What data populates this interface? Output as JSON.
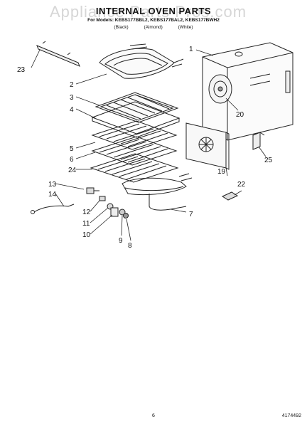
{
  "header": {
    "watermark": "Appliance Parts Pros.com",
    "title": "INTERNAL OVEN PARTS",
    "models": "For Models: KEBS177BBL2, KEBS177BAL2, KEBS177BWH2",
    "colors": [
      "(Black)",
      "(Almond)",
      "(White)"
    ]
  },
  "callouts": [
    "1",
    "2",
    "3",
    "4",
    "5",
    "6",
    "7",
    "8",
    "9",
    "10",
    "11",
    "12",
    "13",
    "14",
    "19",
    "20",
    "22",
    "23",
    "24",
    "25"
  ],
  "footer": {
    "page_number": "6",
    "doc_number": "4174492"
  }
}
